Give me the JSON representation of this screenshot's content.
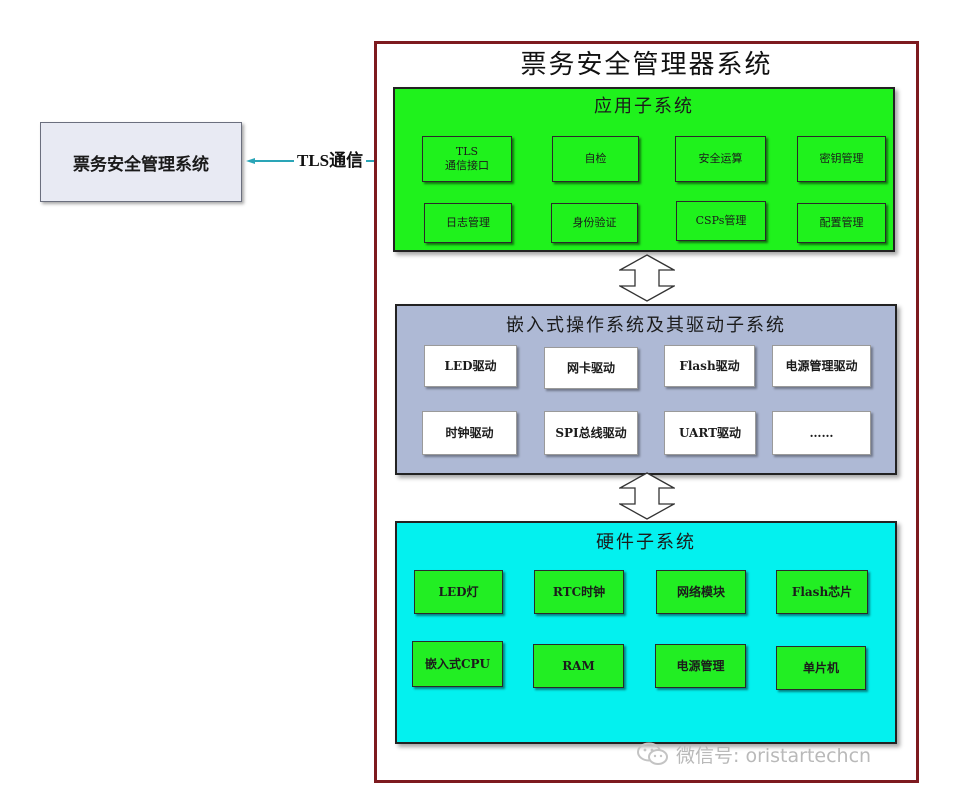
{
  "external_system": {
    "label": "票务安全管理系统",
    "link_label": "TLS通信"
  },
  "container": {
    "title": "票务安全管理器系统"
  },
  "application_subsystem": {
    "title": "应用子系统",
    "color": "#1ff21c",
    "modules": [
      [
        "TLS",
        "通信接口"
      ],
      [
        "自检"
      ],
      [
        "安全运算"
      ],
      [
        "密钥管理"
      ],
      [
        "日志管理"
      ],
      [
        "身份验证"
      ],
      [
        "CSPs管理"
      ],
      [
        "配置管理"
      ]
    ]
  },
  "os_subsystem": {
    "title": "嵌入式操作系统及其驱动子系统",
    "color": "#aeb9d5",
    "modules": [
      "LED驱动",
      "网卡驱动",
      "Flash驱动",
      "电源管理驱动",
      "时钟驱动",
      "SPI总线驱动",
      "UART驱动",
      "……"
    ]
  },
  "hardware_subsystem": {
    "title": "硬件子系统",
    "color": "#03f1ef",
    "modules": [
      "LED灯",
      "RTC时钟",
      "网络模块",
      "Flash芯片",
      "嵌入式CPU",
      "RAM",
      "电源管理",
      "单片机"
    ]
  },
  "watermark": {
    "icon": "wechat-icon",
    "text": "微信号: oristartechcn"
  }
}
